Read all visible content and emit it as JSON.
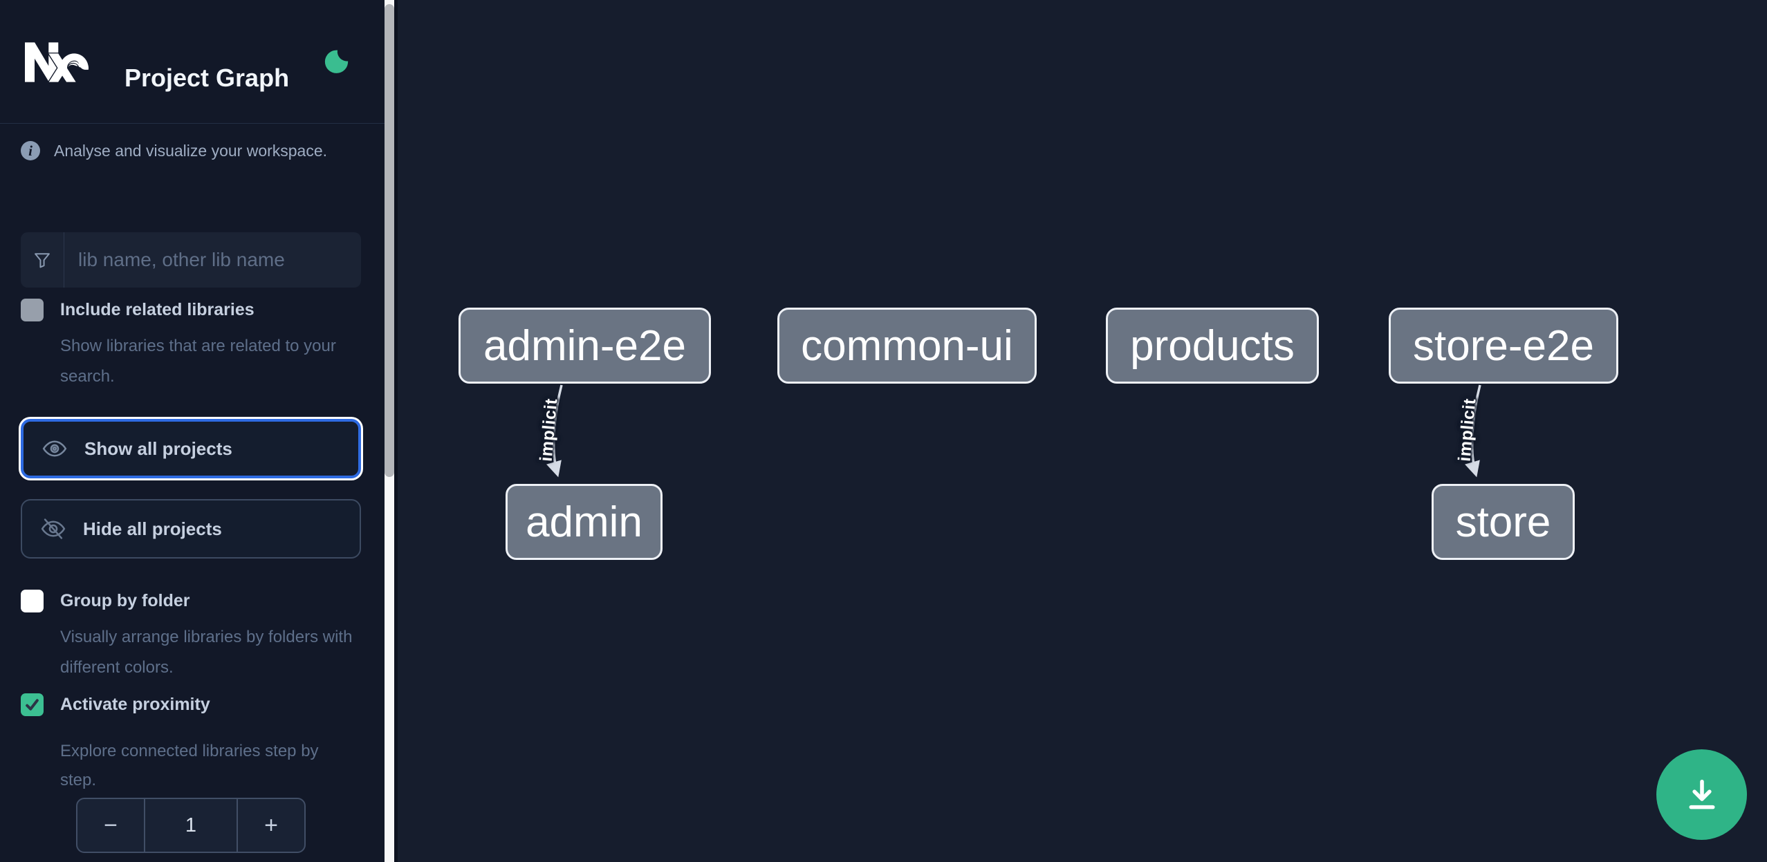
{
  "header": {
    "logo": "nx-logo",
    "title": "Project Graph",
    "theme_toggle_icon": "moon-icon"
  },
  "sidebar": {
    "info": {
      "icon": "info-icon",
      "text": "Analyse and visualize your workspace."
    },
    "search": {
      "icon": "filter-icon",
      "placeholder": "lib name, other lib name",
      "value": ""
    },
    "include_related": {
      "label": "Include related libraries",
      "description": "Show libraries that are related to your search.",
      "checked": false
    },
    "buttons": {
      "show_all": {
        "label": "Show all projects",
        "icon": "eye-icon",
        "focused": true
      },
      "hide_all": {
        "label": "Hide all projects",
        "icon": "eye-off-icon",
        "focused": false
      }
    },
    "group_by_folder": {
      "label": "Group by folder",
      "description": "Visually arrange libraries by folders with different colors.",
      "checked": false
    },
    "activate_proximity": {
      "label": "Activate proximity",
      "description": "Explore connected libraries step by step.",
      "checked": true
    },
    "stepper": {
      "decrement": "−",
      "value": "1",
      "increment": "+"
    }
  },
  "graph": {
    "nodes": [
      {
        "label": "admin-e2e"
      },
      {
        "label": "common-ui"
      },
      {
        "label": "products"
      },
      {
        "label": "store-e2e"
      },
      {
        "label": "admin"
      },
      {
        "label": "store"
      }
    ],
    "edges": [
      {
        "from": "admin-e2e",
        "to": "admin",
        "label": "implicit",
        "type": "implicit"
      },
      {
        "from": "store-e2e",
        "to": "store",
        "label": "implicit",
        "type": "implicit"
      }
    ]
  },
  "fab": {
    "icon": "download-icon"
  },
  "colors": {
    "sidebar_bg": "#121828",
    "canvas_bg": "#161d2d",
    "accent_green": "#2fb487",
    "checkbox_green": "#3cbf92",
    "focus_blue": "#2e6be2",
    "node_fill": "#6a7483",
    "node_border": "#eef1f6"
  }
}
